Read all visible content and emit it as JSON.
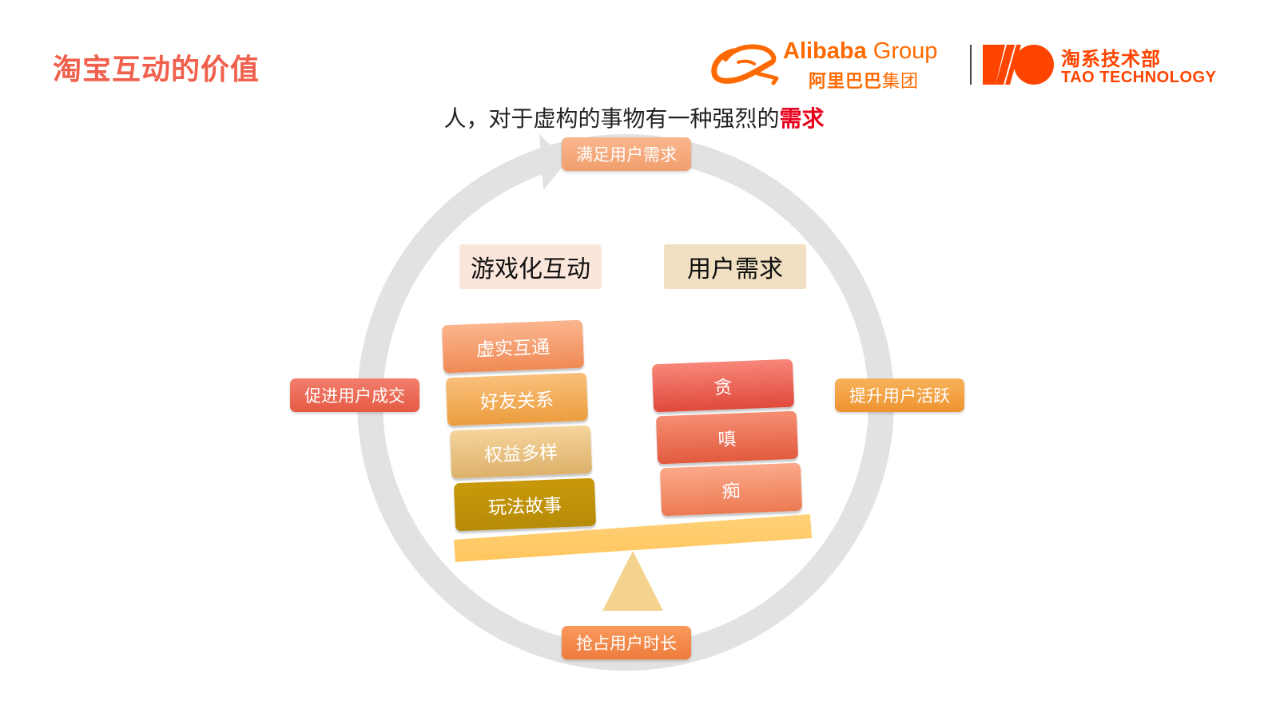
{
  "header": {
    "title": "淘宝互动的价值",
    "brand": {
      "en_bold": "Alibaba",
      "en_light": " Group",
      "cn_bold": "阿里巴巴",
      "cn_light": "集团",
      "tao_cn": "淘系技术部",
      "tao_en": "TAO TECHNOLOGY",
      "ali_logo_icon": "alibaba-smile-logo-icon",
      "tao_logo_icon": "tao-technology-logo-icon"
    }
  },
  "subtitle": {
    "prefix": "人，对于虚构的事物有一种强烈的",
    "highlight": "需求"
  },
  "cycle": {
    "top": "满足用户需求",
    "right": "提升用户活跃",
    "bottom": "抢占用户时长",
    "left": "促进用户成交"
  },
  "balance": {
    "left_title": "游戏化互动",
    "right_title": "用户需求",
    "left_blocks": [
      "虚实互通",
      "好友关系",
      "权益多样",
      "玩法故事"
    ],
    "right_blocks": [
      "贪",
      "嗔",
      "痴"
    ]
  },
  "colors": {
    "title": "#F0604D",
    "highlight": "#E8001C",
    "ring": "#E2E2E2",
    "beam": "#FFCC66",
    "fulcrum": "#F4D38E",
    "brand": "#FF6A00",
    "tao": "#FF4400"
  }
}
